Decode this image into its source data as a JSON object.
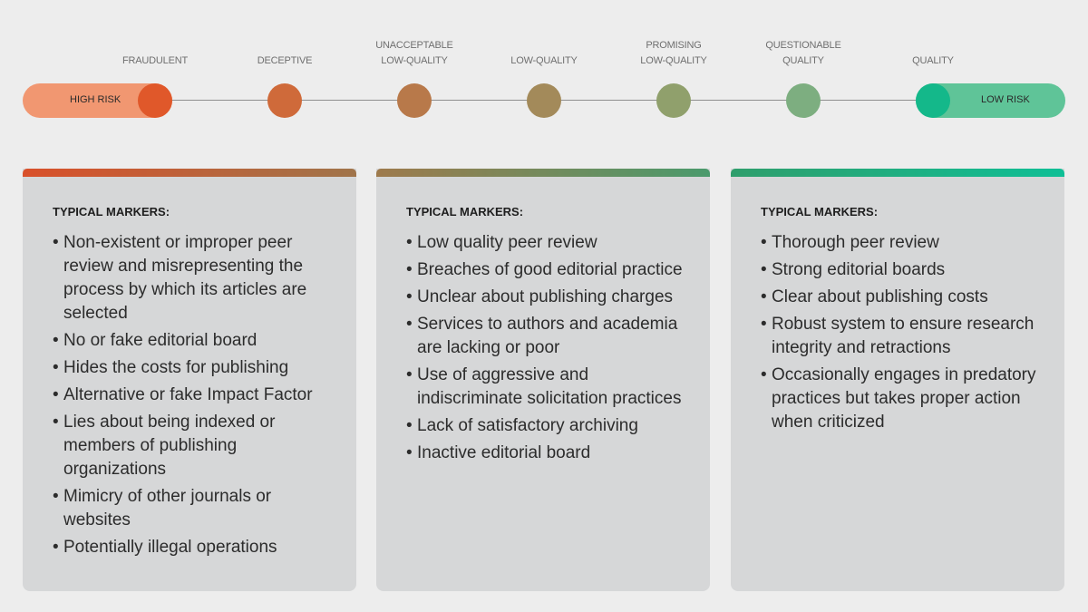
{
  "spectrum": {
    "left_pill_label": "HIGH RISK",
    "right_pill_label": "LOW RISK",
    "stages": [
      {
        "lines": [
          "FRAUDULENT"
        ],
        "color": "#e0582a"
      },
      {
        "lines": [
          "DECEPTIVE"
        ],
        "color": "#cf6a3a"
      },
      {
        "lines": [
          "UNACCEPTABLE",
          "LOW-QUALITY"
        ],
        "color": "#b8794a"
      },
      {
        "lines": [
          "LOW-QUALITY"
        ],
        "color": "#a38a5a"
      },
      {
        "lines": [
          "PROMISING",
          "LOW-QUALITY"
        ],
        "color": "#90a06c"
      },
      {
        "lines": [
          "QUESTIONABLE",
          "QUALITY"
        ],
        "color": "#7dae80"
      },
      {
        "lines": [
          "QUALITY"
        ],
        "color": "#14b88a"
      }
    ],
    "colors": {
      "high_pill": "#f19771",
      "low_pill": "#5fc498",
      "line": "#8f8f8f"
    }
  },
  "panels": [
    {
      "heading": "TYPICAL MARKERS:",
      "gradient": [
        "#d9502a",
        "#a0744a"
      ],
      "items": [
        "Non-existent or improper peer review and misrepresenting the process by which its articles are selected",
        "No or fake editorial board",
        "Hides the costs for publishing",
        "Alternative or fake Impact Factor",
        "Lies about being indexed or members of publishing organizations",
        "Mimicry of other journals or websites",
        "Potentially illegal operations"
      ]
    },
    {
      "heading": "TYPICAL MARKERS:",
      "gradient": [
        "#9e7a4c",
        "#4a9a6c"
      ],
      "items": [
        "Low quality peer review",
        "Breaches of good editorial practice",
        "Unclear about publishing charges",
        "Services to authors and academia are lacking or poor",
        "Use of aggressive and indiscriminate solicitation practices",
        "Lack of satisfactory archiving",
        "Inactive editorial board"
      ]
    },
    {
      "heading": "TYPICAL MARKERS:",
      "gradient": [
        "#2f9e6c",
        "#0fbf96"
      ],
      "items": [
        "Thorough peer review",
        "Strong editorial boards",
        "Clear about publishing costs",
        "Robust system to ensure research integrity and retractions",
        "Occasionally engages in predatory practices but takes proper action when criticized"
      ]
    }
  ]
}
